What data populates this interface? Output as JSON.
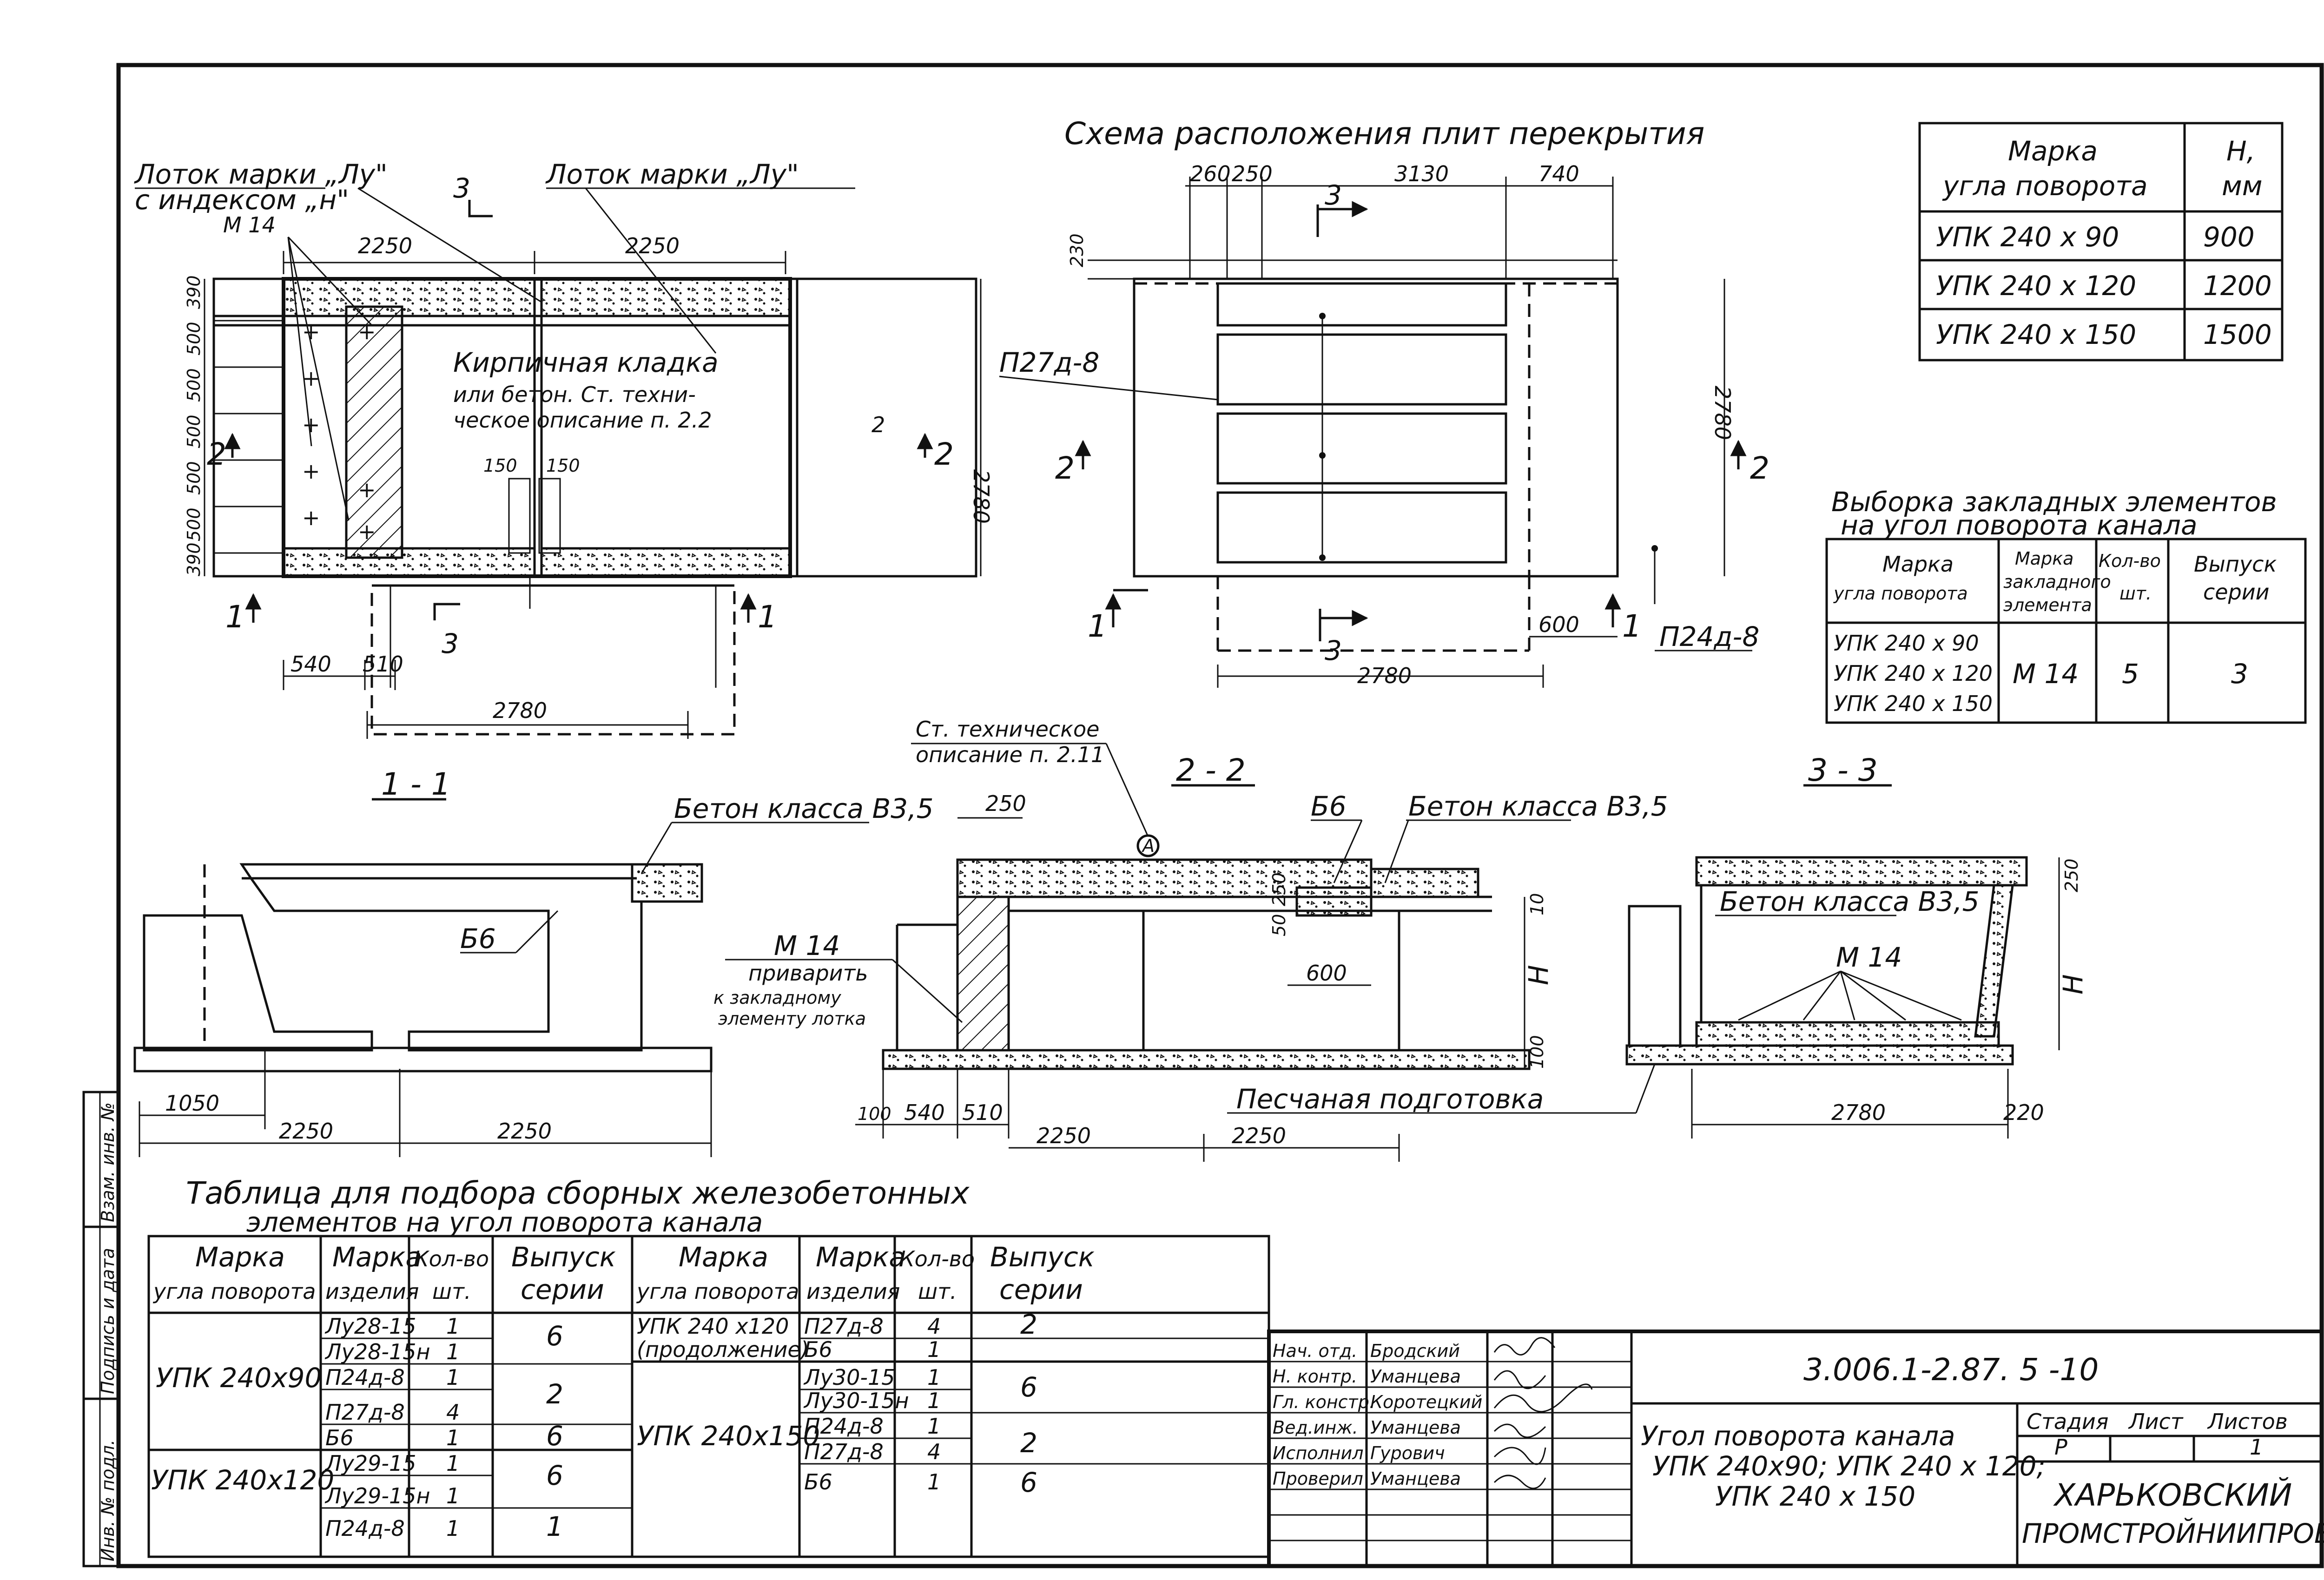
{
  "plan": {
    "label_lu_h_1": "Лоток марки „Лу\"",
    "label_lu_h_2": "с индексом „н\"",
    "label_m14": "М 14",
    "label_lu": "Лоток марки „Лу\"",
    "dim_2250_a": "2250",
    "dim_2250_b": "2250",
    "brick_1": "Кирпичная кладка",
    "brick_2": "или бетон. Ст. техни-",
    "brick_3": "ческое описание п. 2.2",
    "dim_150_a": "150",
    "dim_150_b": "150",
    "dim_540": "540",
    "dim_510": "510",
    "dim_2780": "2780",
    "dim_2780_v": "2780",
    "left_dims": [
      "390",
      "500",
      "500",
      "500",
      "500",
      "500",
      "390"
    ],
    "sec_1": "1",
    "sec_2": "2",
    "sec_3": "3"
  },
  "slab_scheme": {
    "title": "Схема расположения плит перекрытия",
    "dim_260": "260",
    "dim_250": "250",
    "dim_3130": "3130",
    "dim_740": "740",
    "dim_230": "230",
    "dim_600": "600",
    "dim_2780": "2780",
    "dim_2780_v": "2780",
    "mark_p27": "П27д-8",
    "mark_p24": "П24д-8",
    "sec_1": "1",
    "sec_2": "2",
    "sec_3": "3"
  },
  "h_table": {
    "head_1a": "Марка",
    "head_1b": "угла поворота",
    "head_2a": "Н,",
    "head_2b": "мм",
    "rows": [
      {
        "mark": "УПК 240 х 90",
        "h": "900"
      },
      {
        "mark": "УПК 240 х 120",
        "h": "1200"
      },
      {
        "mark": "УПК 240 х 150",
        "h": "1500"
      }
    ]
  },
  "embed_table": {
    "title_1": "Выборка закладных элементов",
    "title_2": "на угол поворота канала",
    "head_1a": "Марка",
    "head_1b": "угла поворота",
    "head_2a": "Марка",
    "head_2b": "закладного",
    "head_2c": "элемента",
    "head_3a": "Кол-во",
    "head_3b": "шт.",
    "head_4a": "Выпуск",
    "head_4b": "серии",
    "marks": [
      "УПК 240 х 90",
      "УПК 240 х 120",
      "УПК 240 х 150"
    ],
    "elem": "М 14",
    "qty": "5",
    "series": "3"
  },
  "sections": {
    "s11_title": "1 - 1",
    "s22_title": "2 - 2",
    "s33_title": "3 - 3",
    "beton_1": "Бетон класса В3,5",
    "b6_1": "Б6",
    "dim_1050": "1050",
    "dim_2250_a": "2250",
    "dim_2250_b": "2250",
    "tech_1": "Ст. техническое",
    "tech_2": "описание п. 2.11",
    "circle_a": "А",
    "dim_250": "250",
    "b6_2": "Б6",
    "beton_2": "Бетон класса В3,5",
    "m14_1": "М 14",
    "weld_1": "приварить",
    "weld_2": "к закладному",
    "weld_3": "элементу лотка",
    "dim_600": "600",
    "dim_50": "50",
    "dim_250_v": "250",
    "dim_10": "10",
    "dim_100": "100",
    "h": "Н",
    "dim_100_l": "100",
    "dim_540": "540",
    "dim_510": "510",
    "dim_2250_c": "2250",
    "dim_2250_d": "2250",
    "sand": "Песчаная подготовка",
    "beton_3": "Бетон класса В3,5",
    "m14_2": "М 14",
    "dim_250_33": "250",
    "h_33": "Н",
    "dim_2780": "2780",
    "dim_220": "220"
  },
  "select_table": {
    "title_1": "Таблица для подбора сборных железобетонных",
    "title_2": "элементов на угол поворота канала",
    "head_mark_a": "Марка",
    "head_mark_b": "угла поворота",
    "head_item_a": "Марка",
    "head_item_b": "изделия",
    "head_qty_a": "Кол-во",
    "head_qty_b": "шт.",
    "head_series_a": "Выпуск",
    "head_series_b": "серии",
    "left_groups": [
      {
        "mark": "УПК 240х90",
        "items": [
          "Лу28-15",
          "Лу28-15н",
          "П24д-8",
          "П27д-8",
          "Б6"
        ],
        "qty": [
          "1",
          "1",
          "1",
          "4",
          "1"
        ],
        "series": [
          "6",
          "",
          "2",
          "",
          "6"
        ]
      },
      {
        "mark": "УПК 240х120",
        "items": [
          "Лу29-15",
          "Лу29-15н",
          "П24д-8"
        ],
        "qty": [
          "1",
          "1",
          "1"
        ],
        "series": [
          "6",
          "",
          "1"
        ]
      }
    ],
    "right_cont_1": "УПК 240 х120",
    "right_cont_2": "(продолжение)",
    "right_cont_items": [
      "П27д-8",
      "Б6"
    ],
    "right_cont_qty": [
      "4",
      "1"
    ],
    "right_cont_series": [
      "2",
      ""
    ],
    "right_group_mark": "УПК 240х150",
    "right_group_items": [
      "Лу30-15",
      "Лу30-15н",
      "П24д-8",
      "П27д-8",
      "Б6"
    ],
    "right_group_qty": [
      "1",
      "1",
      "1",
      "4",
      "1"
    ],
    "right_group_series": [
      "6",
      "",
      "2",
      "",
      "6"
    ]
  },
  "side_stamp": {
    "c1": "Инв. № подл.",
    "c2": "Подпись и дата",
    "c3": "Взам. инв. №"
  },
  "title_block": {
    "roles": [
      "Нач. отд.",
      "Н. контр.",
      "Гл. констр.",
      "Вед.инж.",
      "Исполнил",
      "Проверил"
    ],
    "names": [
      "Бродский",
      "Уманцева",
      "Коротецкий",
      "Уманцева",
      "Гурович",
      "Уманцева"
    ],
    "doc_code": "3.006.1-2.87. 5 -10",
    "name_1": "Угол поворота канала",
    "name_2": "УПК 240х90; УПК 240 х 120;",
    "name_3": "УПК 240 х 150",
    "stage_label": "Стадия",
    "sheet_label": "Лист",
    "sheets_label": "Листов",
    "stage": "Р",
    "sheets": "1",
    "org_1": "ХАРЬКОВСКИЙ",
    "org_2": "ПРОМСТРОЙНИИПРОЕКТ"
  }
}
